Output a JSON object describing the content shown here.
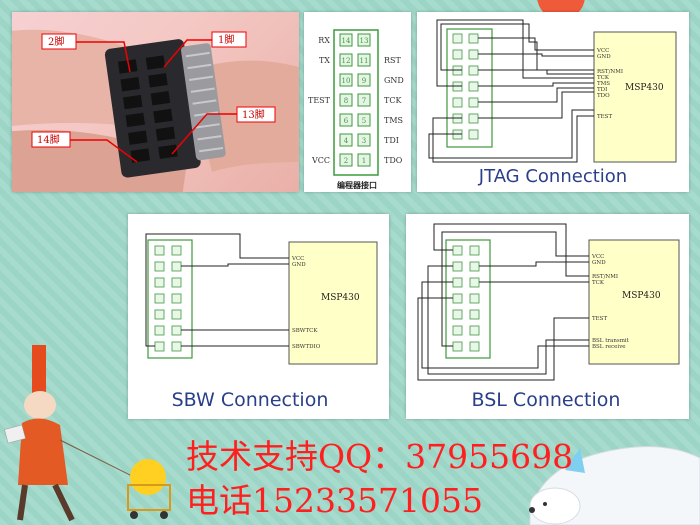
{
  "photo": {
    "labels": {
      "pin2": "2脚",
      "pin1": "1脚",
      "pin13": "13脚",
      "pin14": "14脚"
    }
  },
  "pinout": {
    "left_labels": [
      "RX",
      "TX",
      "TEST",
      "VCC"
    ],
    "right_labels": [
      "RST",
      "GND",
      "TCK",
      "TMS",
      "TDI",
      "TDO"
    ],
    "caption": "编程器接口",
    "pin_numbers_left": [
      "14",
      "12",
      "10",
      "8",
      "6",
      "4",
      "2"
    ],
    "pin_numbers_right": [
      "13",
      "11",
      "9",
      "7",
      "5",
      "3",
      "1"
    ]
  },
  "jtag": {
    "title": "JTAG Connection",
    "chip": "MSP430",
    "pins": [
      "VCC",
      "GND",
      "RST/NMI",
      "TCK",
      "TMS",
      "TDI",
      "TDO",
      "TEST"
    ]
  },
  "sbw": {
    "title": "SBW Connection",
    "chip": "MSP430",
    "pins": [
      "VCC",
      "GND",
      "SBWTCK",
      "SBWTDIO"
    ]
  },
  "bsl": {
    "title": "BSL Connection",
    "chip": "MSP430",
    "pins": [
      "VCC",
      "GND",
      "RST/NMI",
      "TCK",
      "TEST",
      "BSL transmit",
      "BSL receive"
    ]
  },
  "contact": {
    "support": "技术支持QQ：37955698",
    "phone": "电话15233571055"
  },
  "colors": {
    "background": "#9fd8c9",
    "chip_fill": "#ffffc8",
    "header_green": "#3c9a3c",
    "contact_red": "#ff1f1f"
  }
}
